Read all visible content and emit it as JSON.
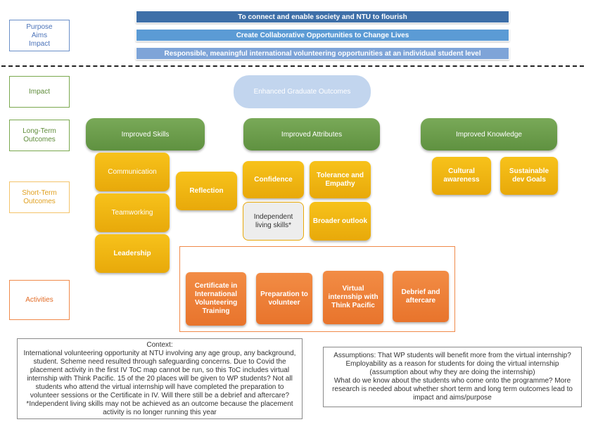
{
  "labels": {
    "purpose": "Purpose\nAims\nImpact",
    "impact": "Impact",
    "long_term": "Long-Term\nOutcomes",
    "short_term": "Short-Term\nOutcomes",
    "activities": "Activities"
  },
  "purpose_bars": [
    "To connect and enable society and NTU to flourish",
    "Create Collaborative Opportunities to Change Lives",
    "Responsible, meaningful international volunteering opportunities at an individual student level"
  ],
  "impact": "Enhanced Graduate Outcomes",
  "long_term_outcomes": [
    "Improved Skills",
    "Improved Attributes",
    "Improved Knowledge"
  ],
  "short_term_outcomes": {
    "skills": [
      "Communication",
      "Teamworking",
      "Leadership",
      "Reflection"
    ],
    "attributes": [
      "Confidence",
      "Tolerance and Empathy",
      "Independent living skills*",
      "Broader outlook"
    ],
    "knowledge": [
      "Cultural awareness",
      "Sustainable dev Goals"
    ]
  },
  "activities": [
    "Certificate in International Volunteering Training",
    "Preparation to volunteer",
    "Virtual internship with Think Pacific",
    "Debrief and aftercare"
  ],
  "context": {
    "title": "Context:",
    "text": "International volunteering opportunity at NTU involving any age group, any background, student.  Scheme need resulted through safeguarding concerns. Due to Covid the placement activity in the first IV ToC map cannot be run, so this ToC includes virtual internship with Think Pacific. 15 of the 20 places will be given to WP students? Not all students who attend the virtual internship will have completed the preparation to volunteer sessions or the Certificate in IV. Will there still be a debrief and aftercare? *Independent living skills may not be achieved as an outcome because the placement activity is no longer running this year"
  },
  "assumptions": "Assumptions:  That WP students will benefit more from the virtual internship? Employability as a reason for students for doing the virtual internship (assumption about why they are doing the internship)\nWhat do we know about the students who come onto the programme? More research is needed about whether short term and long term outcomes lead to impact and aims/purpose",
  "colors": {
    "bar_dark": "#3e6fa8",
    "bar_mid": "#5b9bd5",
    "bar_light": "#7ea4d8",
    "impact": "#c2d5ee",
    "long_term": "#6f9e4c",
    "short_term": "#f2b813",
    "activity": "#ee7d37"
  }
}
